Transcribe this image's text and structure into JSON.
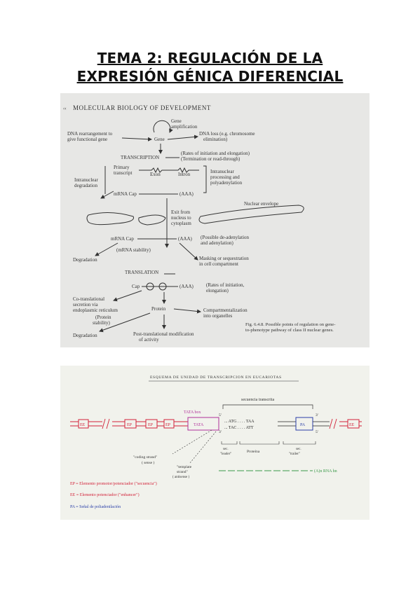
{
  "header": {
    "title_line1": "TEMA 2: REGULACIÓN DE LA",
    "title_line2": "EXPRESIÓN GÉNICA DIFERENCIAL"
  },
  "figure1": {
    "running_head": "MOLECULAR BIOLOGY OF DEVELOPMENT",
    "gene_amplification": [
      "Gene",
      "amplification"
    ],
    "dna_rearrangement": [
      "DNA rearrangement to",
      "give functional gene"
    ],
    "gene": "Gene",
    "dna_loss": [
      "DNA loss (e.g. chromosome",
      "elimination)"
    ],
    "transcription": "TRANSCRIPTION",
    "rates_initiation": [
      "(Rates of initiation and elongation)",
      "(Termination or read-through)"
    ],
    "primary_transcript": [
      "Primary",
      "transcript"
    ],
    "exon": "Exon",
    "intron": "Intron",
    "intranuclear_degradation": [
      "Intranuclear",
      "degradation"
    ],
    "intranuclear_processing": [
      "Intranuclear",
      "processing and",
      "polyadenylation"
    ],
    "mrna_cap_1": "mRNA Cap",
    "aaa_1": "(AAA)",
    "nuclear_envelope": "Nuclear envelope",
    "exit_nucleus": [
      "Exit from",
      "nucleus to",
      "cytoplasm"
    ],
    "mrna_cap_2": "mRNA Cap",
    "aaa_2": "(AAA)",
    "deadenylation": [
      "(Possible de-adenylation",
      "and adenylation)"
    ],
    "mrna_stability": "(mRNA stability)",
    "degradation_1": "Degradation",
    "masking": [
      "Masking or sequestration",
      "in cell compartment"
    ],
    "translation": "TRANSLATION",
    "cap": "Cap",
    "aaa_3": "(AAA)",
    "rates_initiation_2": [
      "(Rates of initiation,",
      "elongation)"
    ],
    "cotranslational": [
      "Co-translational",
      "secretion via",
      "endoplasmic reticulum"
    ],
    "protein": "Protein",
    "protein_stability": [
      "(Protein",
      "stability)"
    ],
    "compartmentalization": [
      "Compartmentalization",
      "into organelles"
    ],
    "degradation_2": "Degradation",
    "post_translational": [
      "Post-translational modification",
      "of activity"
    ],
    "caption": [
      "Fig. 6.4.8. Possible points of regulation on gene-",
      "to-phenotype pathway of class II nuclear genes."
    ]
  },
  "figure2": {
    "heading": "ESQUEMA DE UNIDAD DE TRANSCRIPCION EN EUCARIOTAS",
    "secuencia_transcrita": "secuencia transcrita",
    "tata_box": "TATA box",
    "tata_label": "TATA",
    "ee_left": "EE",
    "ee_right": "EE",
    "ep_1": "EP",
    "ep_2": "EP",
    "ep_3": "EP",
    "seq_top": "... ATG . . . . TAA",
    "seq_bottom": "... TAC . . . . ATT",
    "polyA_box": "PA",
    "seq_leader": [
      "sec.",
      "\"leader\""
    ],
    "proteina": "Proteína",
    "seq_trailer": [
      "sec.",
      "\"trailer\""
    ],
    "coding_strand": [
      "\"coding strand\"",
      "( sense )"
    ],
    "template_strand": [
      "\"template",
      "strand\"",
      "( antisense )"
    ],
    "rna_label": "(A)n  RNA hn",
    "legend": [
      {
        "text": "EP ≡ Elemento promotor/potenciador (\"secuencia\")",
        "color": "#d2233a"
      },
      {
        "text": "EE ≡ Elemento potenciador (\"enhancer\")",
        "color": "#d2233a"
      },
      {
        "text": "PA ≡ Señal de poliadenilación",
        "color": "#2a3fa8"
      }
    ]
  }
}
